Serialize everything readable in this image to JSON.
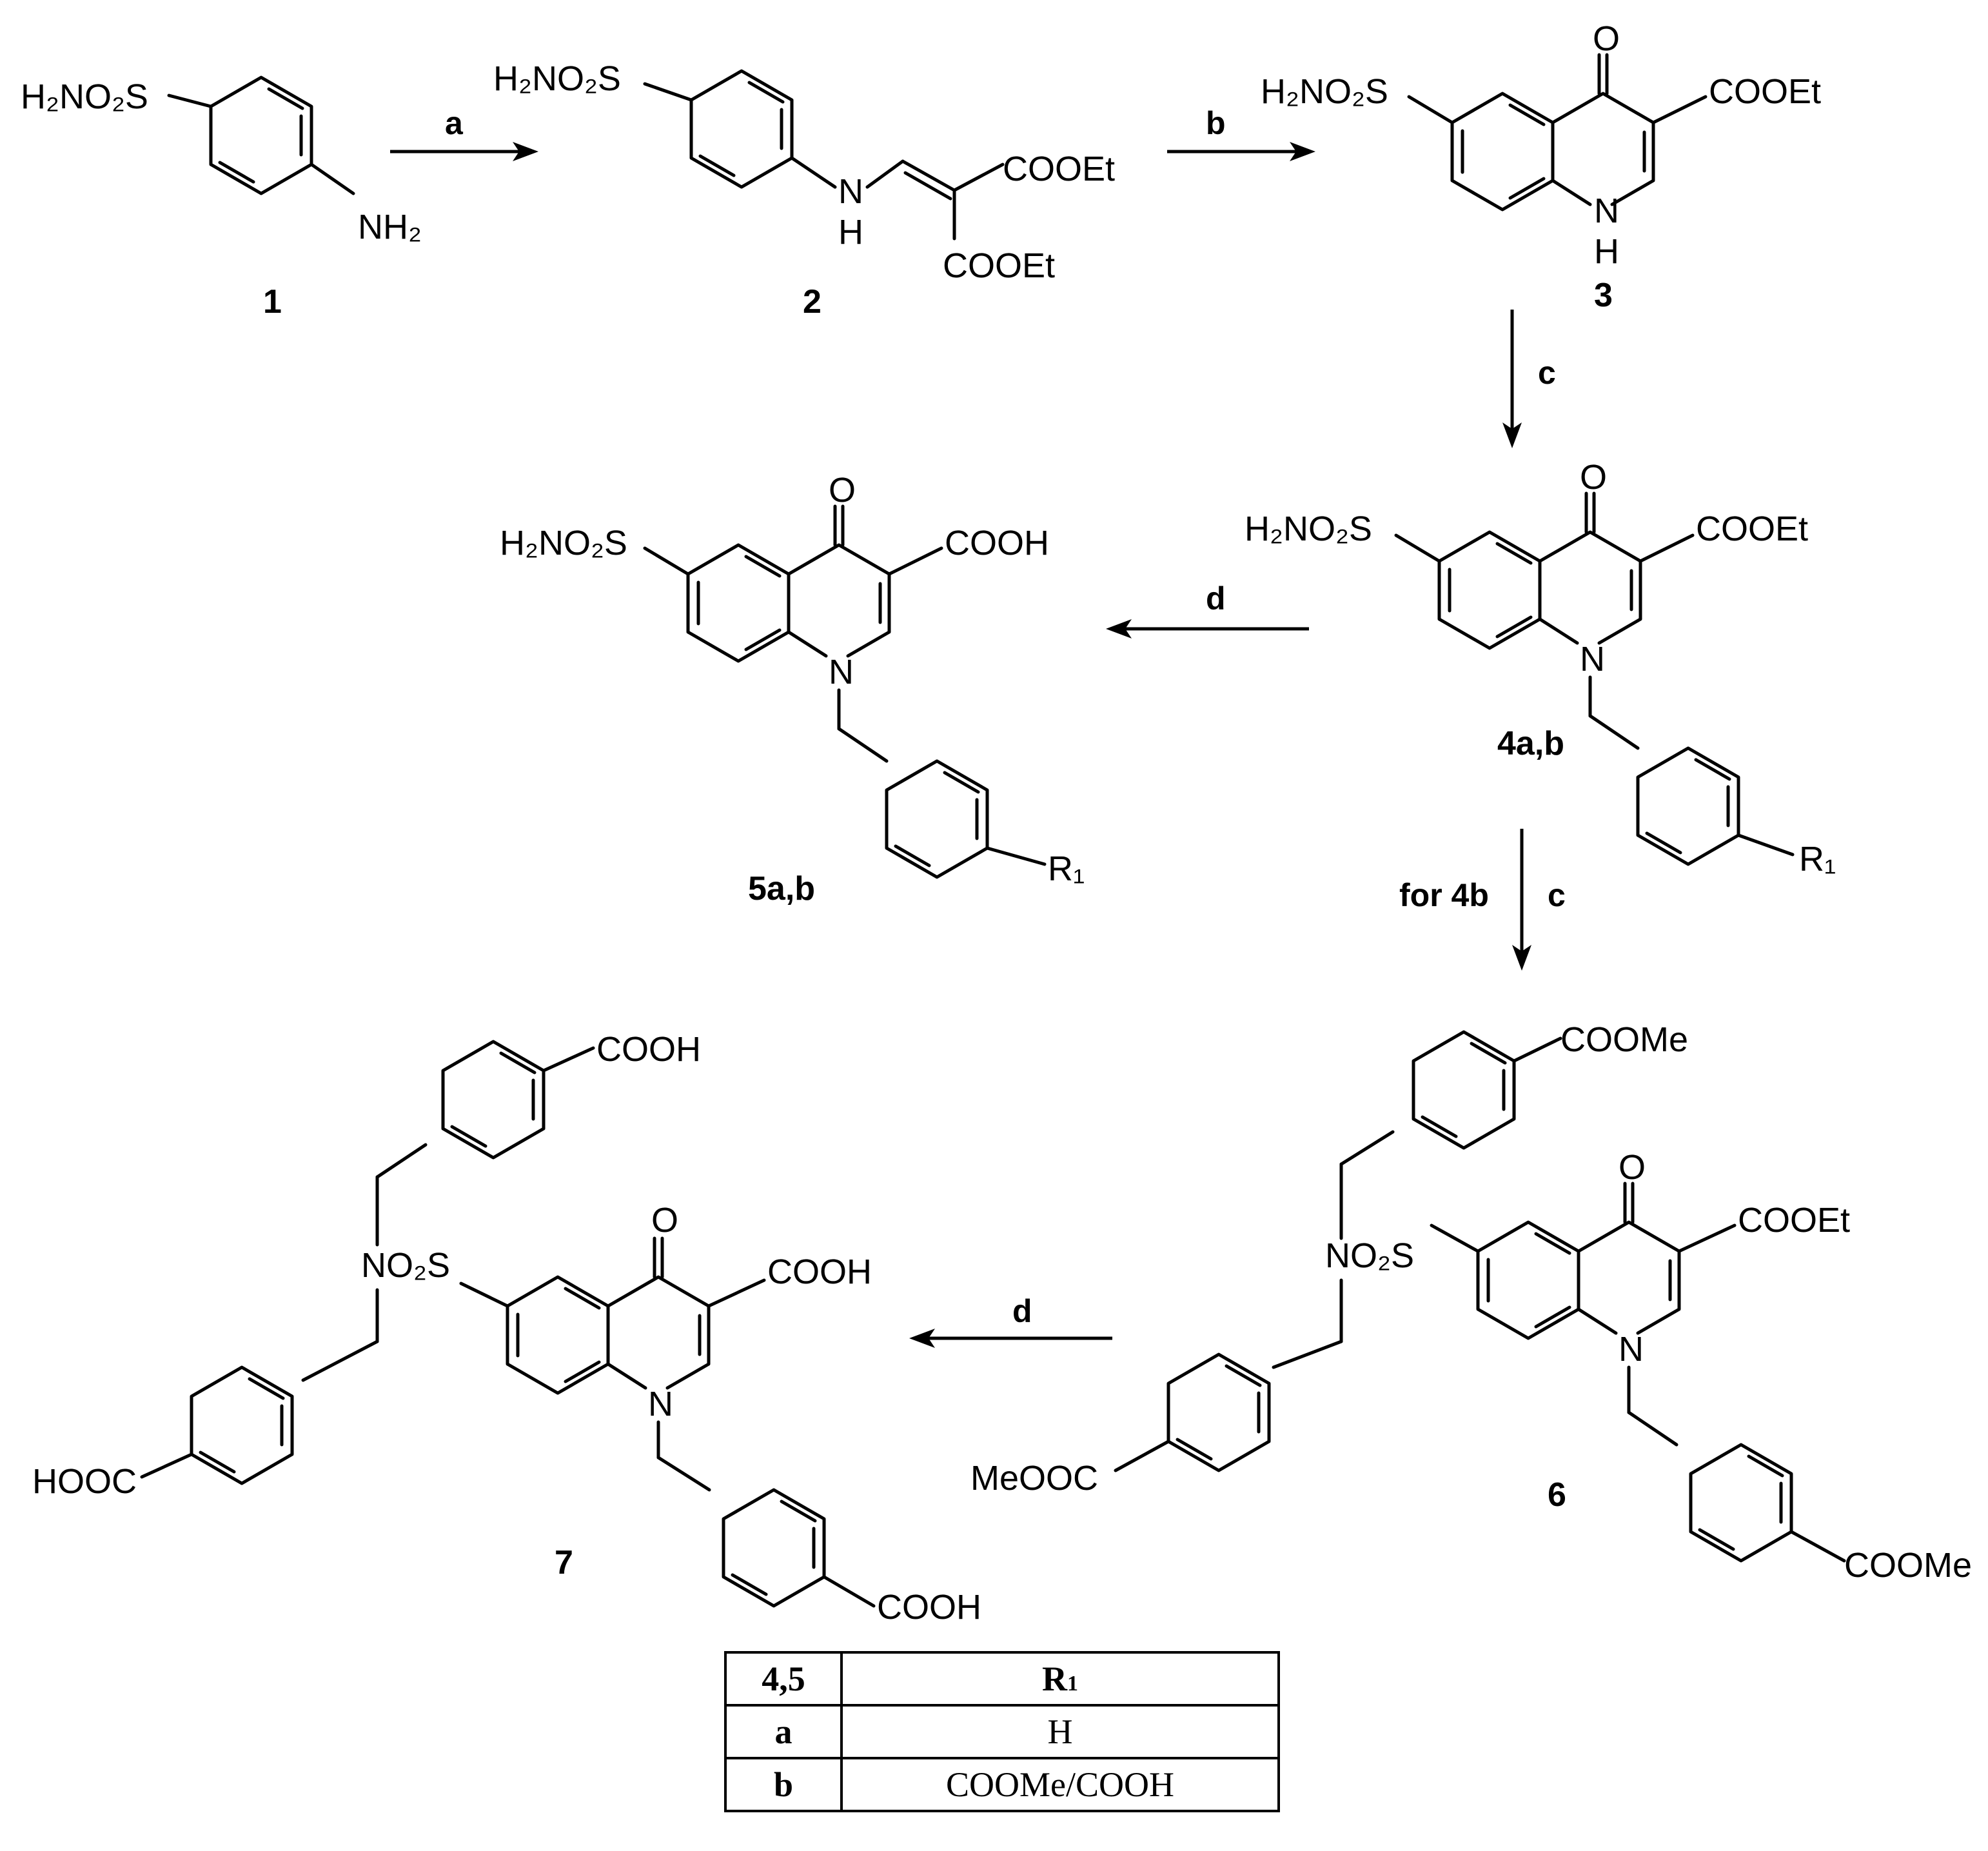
{
  "compounds": {
    "c1": {
      "number": "1",
      "substituent": "H₂NO₂S",
      "amine": "NH₂"
    },
    "c2": {
      "number": "2",
      "substituent": "H₂NO₂S",
      "nh_n": "N",
      "nh_h": "H",
      "ester_top": "COOEt",
      "ester_bottom": "COOEt"
    },
    "c3": {
      "number": "3",
      "substituent": "H₂NO₂S",
      "carbonyl": "O",
      "ester": "COOEt",
      "ring_n": "N",
      "ring_h": "H"
    },
    "c4": {
      "number": "4a,b",
      "substituent": "H₂NO₂S",
      "carbonyl": "O",
      "ester": "COOEt",
      "ring_n": "N",
      "r_group": "R₁"
    },
    "c5": {
      "number": "5a,b",
      "substituent": "H₂NO₂S",
      "carbonyl": "O",
      "acid": "COOH",
      "ring_n": "N",
      "r_group": "R₁"
    },
    "c6": {
      "number": "6",
      "sulfonyl": "NO₂S",
      "carbonyl": "O",
      "ester": "COOEt",
      "ring_n": "N",
      "top_group": "COOMe",
      "left_group": "MeOOC",
      "bottom_group": "COOMe"
    },
    "c7": {
      "number": "7",
      "sulfonyl": "NO₂S",
      "carbonyl": "O",
      "acid": "COOH",
      "ring_n": "N",
      "top_group": "COOH",
      "left_group": "HOOC",
      "bottom_group": "COOH"
    }
  },
  "reagents": {
    "step1": "a",
    "step2": "b",
    "step3": "c",
    "step4": "d",
    "step5_condition": "for 4b",
    "step5": "c",
    "step6": "d"
  },
  "table": {
    "header": [
      "4,5",
      "R1"
    ],
    "rows": [
      [
        "a",
        "H"
      ],
      [
        "b",
        "COOMe/COOH"
      ]
    ]
  }
}
